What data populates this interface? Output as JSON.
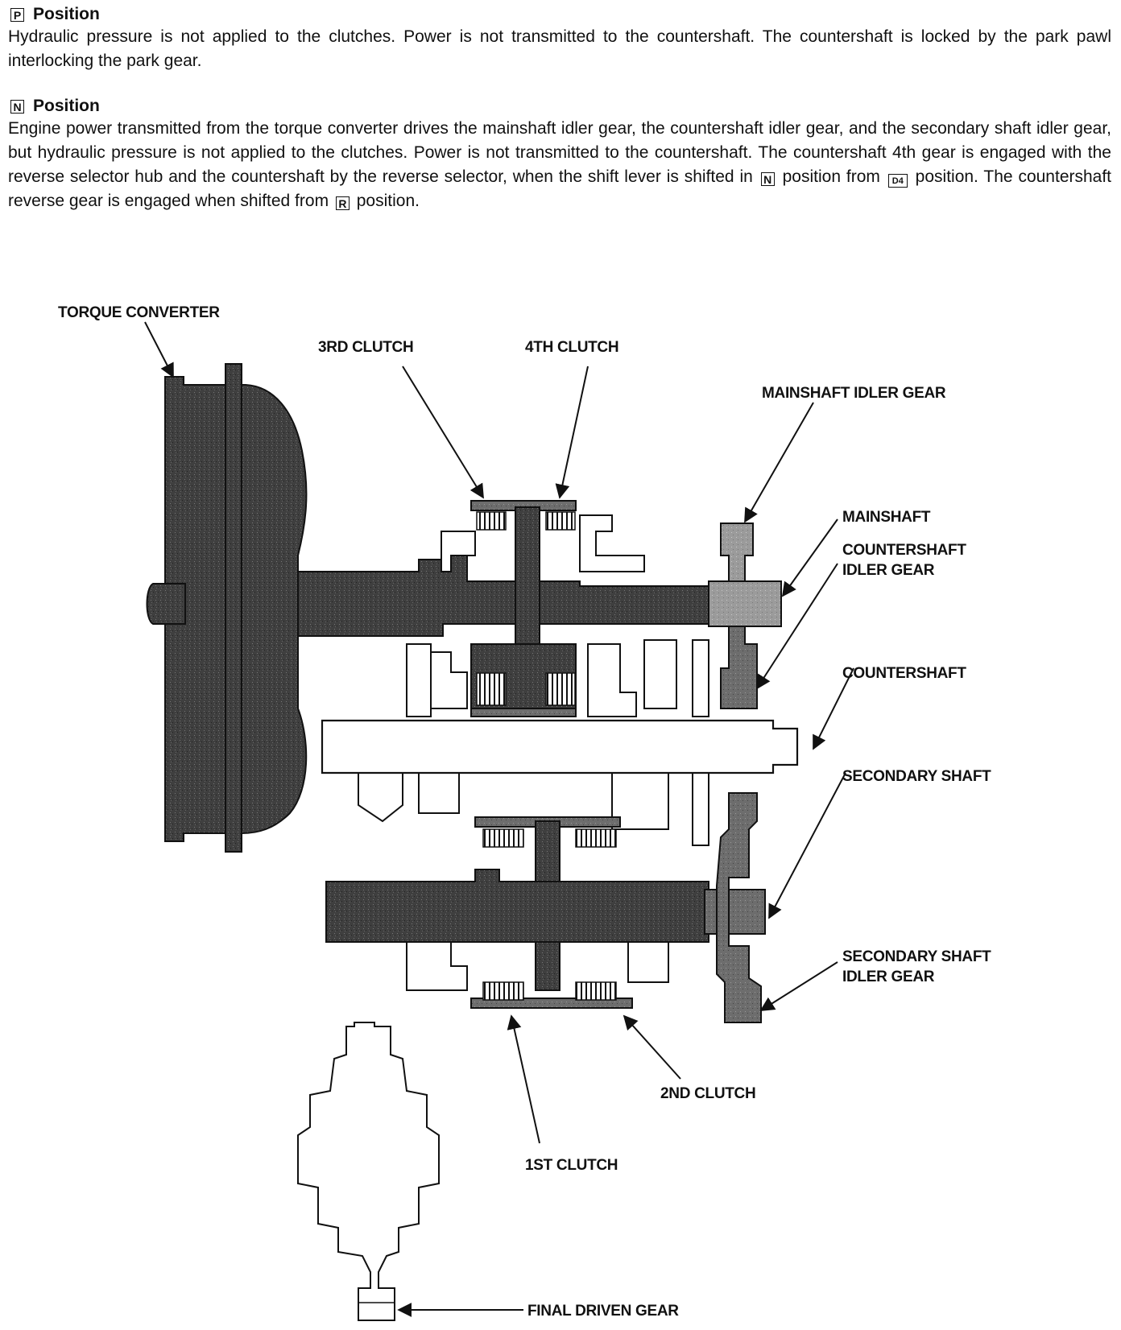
{
  "p_section": {
    "key": "P",
    "title": "Position",
    "text": "Hydraulic pressure is not applied to the clutches. Power is not transmitted to the countershaft. The countershaft is locked by the park pawl interlocking the park gear."
  },
  "n_section": {
    "key": "N",
    "title": "Position",
    "text_1": "Engine power transmitted from the torque converter drives the mainshaft idler gear, the countershaft idler gear, and the secondary shaft idler gear, but hydraulic pressure is not applied to the clutches. Power is not transmitted to the countershaft. The countershaft 4th gear is engaged with the reverse selector hub and the countershaft by the reverse selector, when the shift lever is shifted in",
    "key_n": "N",
    "text_2": "position from",
    "key_d4": "D4",
    "text_3": "position. The countershaft reverse gear is engaged when shifted from",
    "key_r": "R",
    "text_4": "position."
  },
  "labels": {
    "torque_converter": "TORQUE CONVERTER",
    "clutch_3rd": "3RD CLUTCH",
    "clutch_4th": "4TH CLUTCH",
    "mainshaft_idler_gear": "MAINSHAFT IDLER GEAR",
    "mainshaft": "MAINSHAFT",
    "countershaft_idler_gear_1": "COUNTERSHAFT",
    "countershaft_idler_gear_2": "IDLER GEAR",
    "countershaft": "COUNTERSHAFT",
    "secondary_shaft": "SECONDARY SHAFT",
    "secondary_shaft_idler_gear_1": "SECONDARY SHAFT",
    "secondary_shaft_idler_gear_2": "IDLER GEAR",
    "clutch_2nd": "2ND CLUTCH",
    "clutch_1st": "1ST CLUTCH",
    "final_driven_gear": "FINAL DRIVEN GEAR"
  },
  "colors": {
    "dark_component": "#3a3a3a",
    "mid_component": "#6a6a6a",
    "light_component": "#9a9a9a",
    "outline": "#111111"
  }
}
